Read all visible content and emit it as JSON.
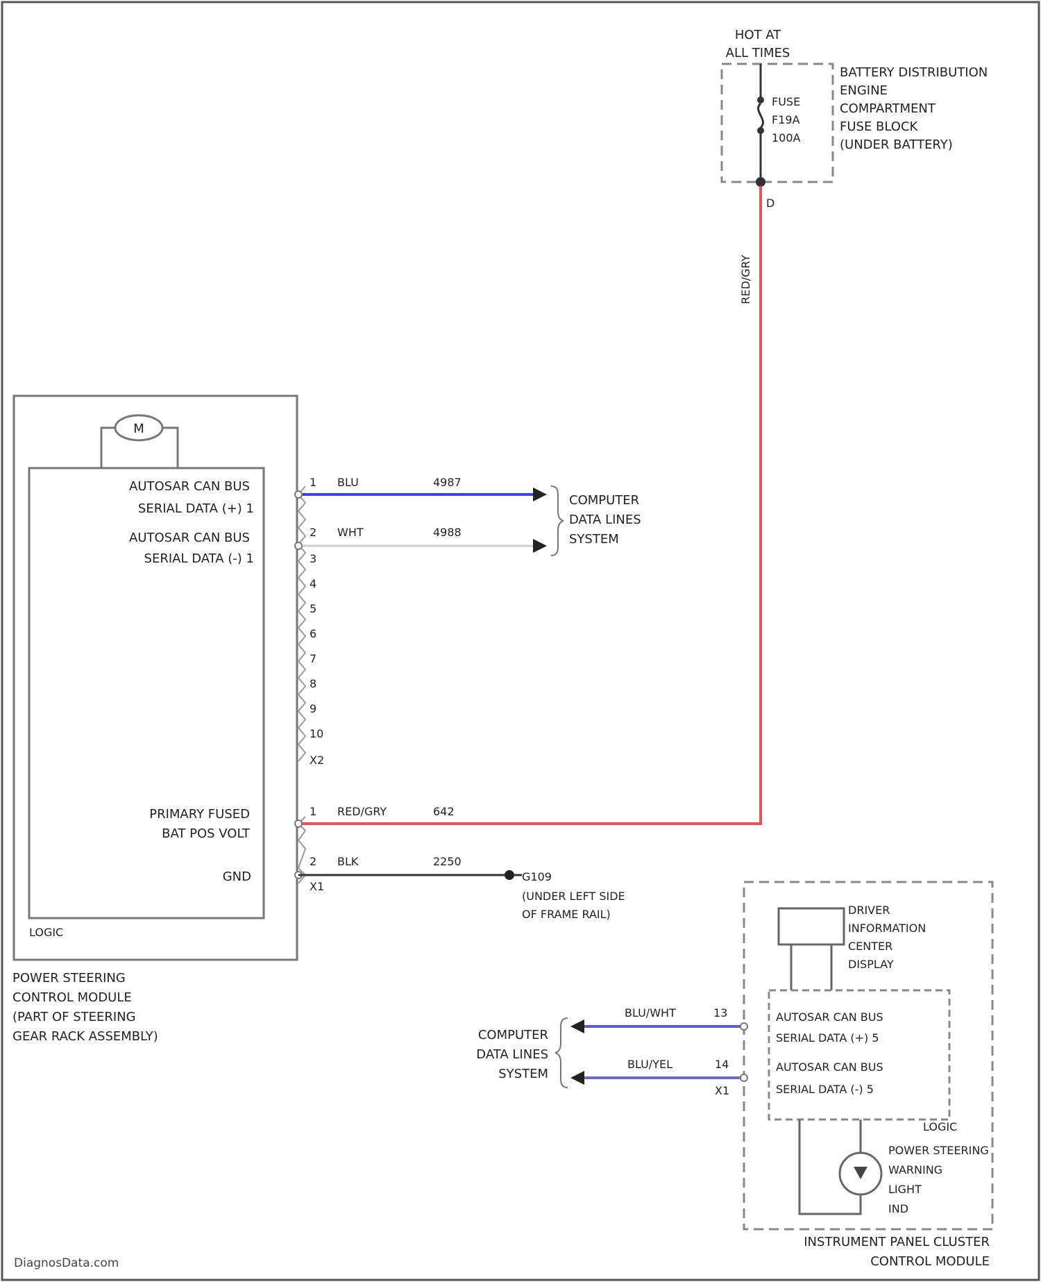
{
  "hot_label": [
    "HOT AT",
    "ALL TIMES"
  ],
  "fuse": {
    "lines": [
      "FUSE",
      "F19A",
      "100A"
    ],
    "pin": "D"
  },
  "battery_block": [
    "BATTERY DISTRIBUTION",
    "ENGINE",
    "COMPARTMENT",
    "FUSE BLOCK",
    "(UNDER BATTERY)"
  ],
  "riser_wire_label": "RED/GRY",
  "pscm": {
    "motor_symbol": "M",
    "logic_label": "LOGIC",
    "can_hi": [
      "AUTOSAR CAN BUS",
      "SERIAL DATA (+) 1"
    ],
    "can_lo": [
      "AUTOSAR CAN BUS",
      "SERIAL DATA (-) 1"
    ],
    "power": [
      "PRIMARY FUSED",
      "BAT POS VOLT"
    ],
    "gnd": "GND",
    "caption": [
      "POWER STEERING",
      "CONTROL MODULE",
      "(PART OF STEERING",
      "GEAR RACK ASSEMBLY)"
    ]
  },
  "x2": {
    "pins": [
      "1",
      "2",
      "3",
      "4",
      "5",
      "6",
      "7",
      "8",
      "9",
      "10"
    ],
    "connector": "X2",
    "wire1": {
      "color": "BLU",
      "circuit": "4987"
    },
    "wire2": {
      "color": "WHT",
      "circuit": "4988"
    }
  },
  "x1": {
    "pin1": "1",
    "pin2": "2",
    "connector": "X1",
    "wire1": {
      "color": "RED/GRY",
      "circuit": "642"
    },
    "wire2": {
      "color": "BLK",
      "circuit": "2250"
    }
  },
  "ground": [
    "G109",
    "(UNDER LEFT SIDE",
    "OF FRAME RAIL)"
  ],
  "data_lines_right": [
    "COMPUTER",
    "DATA LINES",
    "SYSTEM"
  ],
  "data_lines_left": [
    "COMPUTER",
    "DATA LINES",
    "SYSTEM"
  ],
  "ipc": {
    "dic": [
      "DRIVER",
      "INFORMATION",
      "CENTER",
      "DISPLAY"
    ],
    "can_hi": [
      "AUTOSAR CAN BUS",
      "SERIAL DATA (+) 5"
    ],
    "can_lo": [
      "AUTOSAR CAN BUS",
      "SERIAL DATA (-) 5"
    ],
    "logic_label": "LOGIC",
    "warning": [
      "POWER STEERING",
      "WARNING",
      "LIGHT",
      "IND"
    ],
    "caption": [
      "INSTRUMENT PANEL CLUSTER",
      "CONTROL MODULE"
    ],
    "pin13": "13",
    "pin14": "14",
    "connector": "X1",
    "wire13": "BLU/WHT",
    "wire14": "BLU/YEL"
  },
  "watermark": "DiagnosData.com",
  "colors": {
    "red_wire": "#e8505a",
    "blue_wire": "#3a44e0",
    "blu_wht_wire": "#5a5fd0",
    "blu_yel_wire": "#6a6cc8",
    "black_wire": "#333333",
    "outline": "#555555",
    "dashed": "#888888"
  }
}
